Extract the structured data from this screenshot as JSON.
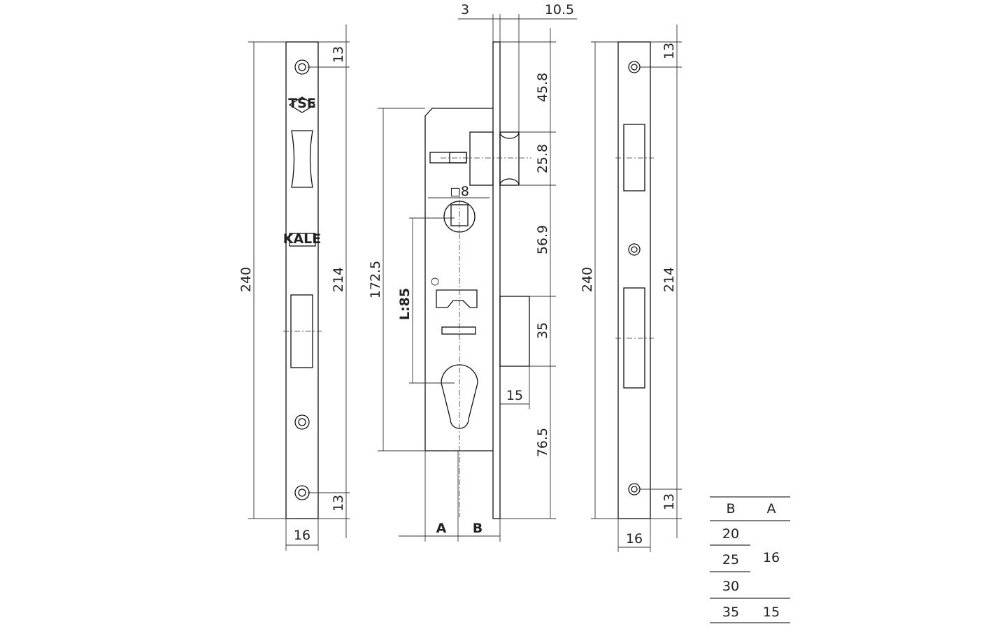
{
  "left_faceplate": {
    "total": "240",
    "holes": "214",
    "top_offset": "13",
    "bottom_offset": "13",
    "width": "16",
    "logos": [
      "TSE",
      "KALE"
    ]
  },
  "lock_body": {
    "top_left": "3",
    "top_right": "10.5",
    "dims_right": [
      "45.8",
      "25.8",
      "56.9",
      "35",
      "76.5"
    ],
    "height": "172.5",
    "center_distance": "L:85",
    "spindle": "◻8",
    "latch_depth": "15",
    "label_a": "A",
    "label_b": "B"
  },
  "right_faceplate": {
    "total": "240",
    "holes": "214",
    "top_offset": "13",
    "bottom_offset": "13",
    "width": "16"
  },
  "table": {
    "headers": [
      "B",
      "A"
    ],
    "b_values": [
      "20",
      "25",
      "30",
      "35"
    ],
    "a_values": [
      "16",
      "15"
    ]
  }
}
